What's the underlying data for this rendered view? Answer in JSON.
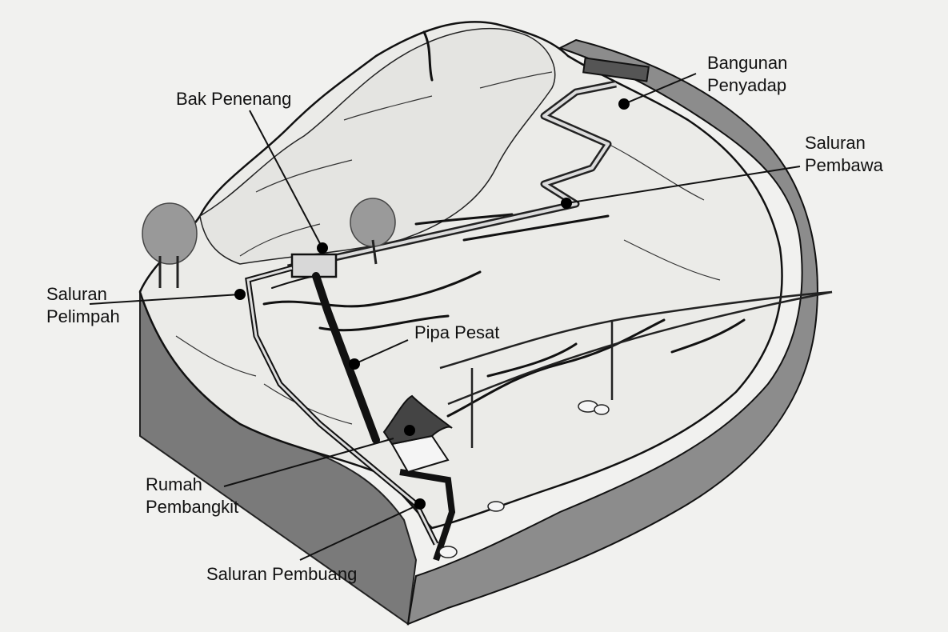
{
  "labels": {
    "bangunan_penyadap": [
      "Bangunan",
      "Penyadap"
    ],
    "bak_penenang": "Bak Penenang",
    "saluran_pembawa": [
      "Saluran",
      "Pembawa"
    ],
    "saluran_pelimpah": [
      "Saluran",
      "Pelimpah"
    ],
    "pipa_pesat": "Pipa Pesat",
    "rumah_pembangkit": [
      "Rumah",
      "Pembangkit"
    ],
    "saluran_pembuang": "Saluran Pembuang"
  }
}
